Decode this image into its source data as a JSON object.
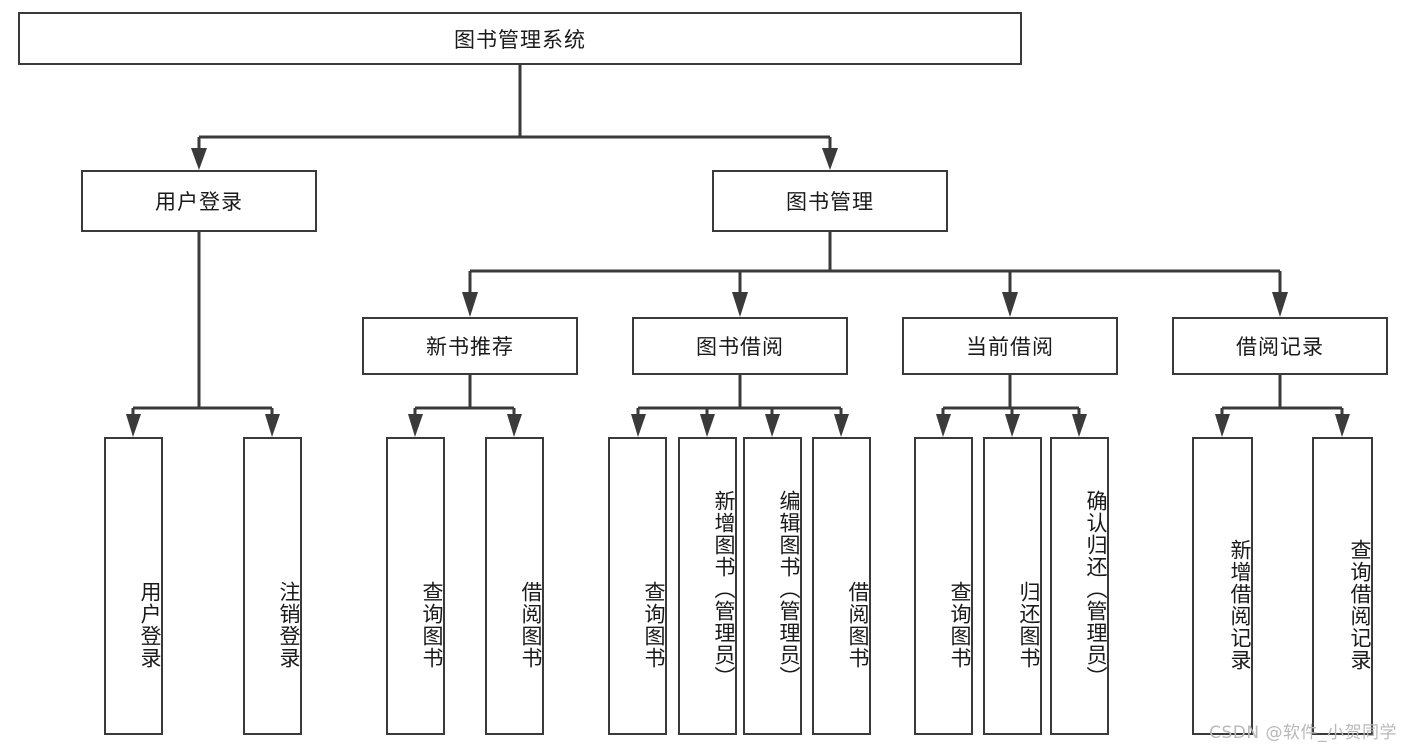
{
  "diagram": {
    "title": "图书管理系统",
    "type": "tree-hierarchy-chart",
    "root": {
      "id": "root",
      "label": "图书管理系统"
    },
    "level2": [
      {
        "id": "user-login",
        "label": "用户登录"
      },
      {
        "id": "book-manage",
        "label": "图书管理"
      }
    ],
    "level3": [
      {
        "id": "new-book-recommend",
        "label": "新书推荐"
      },
      {
        "id": "book-borrow",
        "label": "图书借阅"
      },
      {
        "id": "current-borrow",
        "label": "当前借阅"
      },
      {
        "id": "borrow-record",
        "label": "借阅记录"
      }
    ],
    "leaves": {
      "user_login": [
        {
          "id": "leaf-user-login",
          "label": "用户登录"
        },
        {
          "id": "leaf-logout-login",
          "label": "注销登录"
        }
      ],
      "new_book_recommend": [
        {
          "id": "leaf-query-book-1",
          "label": "查询图书"
        },
        {
          "id": "leaf-borrow-book-1",
          "label": "借阅图书"
        }
      ],
      "book_borrow": [
        {
          "id": "leaf-query-book-2",
          "label": "查询图书"
        },
        {
          "id": "leaf-add-book",
          "label": "新增图书（管理员）"
        },
        {
          "id": "leaf-edit-book",
          "label": "编辑图书（管理员）"
        },
        {
          "id": "leaf-borrow-book-2",
          "label": "借阅图书"
        }
      ],
      "current_borrow": [
        {
          "id": "leaf-query-book-3",
          "label": "查询图书"
        },
        {
          "id": "leaf-return-book",
          "label": "归还图书"
        },
        {
          "id": "leaf-confirm-return",
          "label": "确认归还（管理员）"
        }
      ],
      "borrow_record": [
        {
          "id": "leaf-add-record",
          "label": "新增借阅记录"
        },
        {
          "id": "leaf-query-record",
          "label": "查询借阅记录"
        }
      ]
    }
  },
  "watermark": {
    "text": "CSDN @软件_小贺同学"
  },
  "colors": {
    "stroke": "#3a3a3a",
    "background": "#ffffff",
    "text": "#1a1a1a",
    "watermark": "#b9b9b9"
  }
}
